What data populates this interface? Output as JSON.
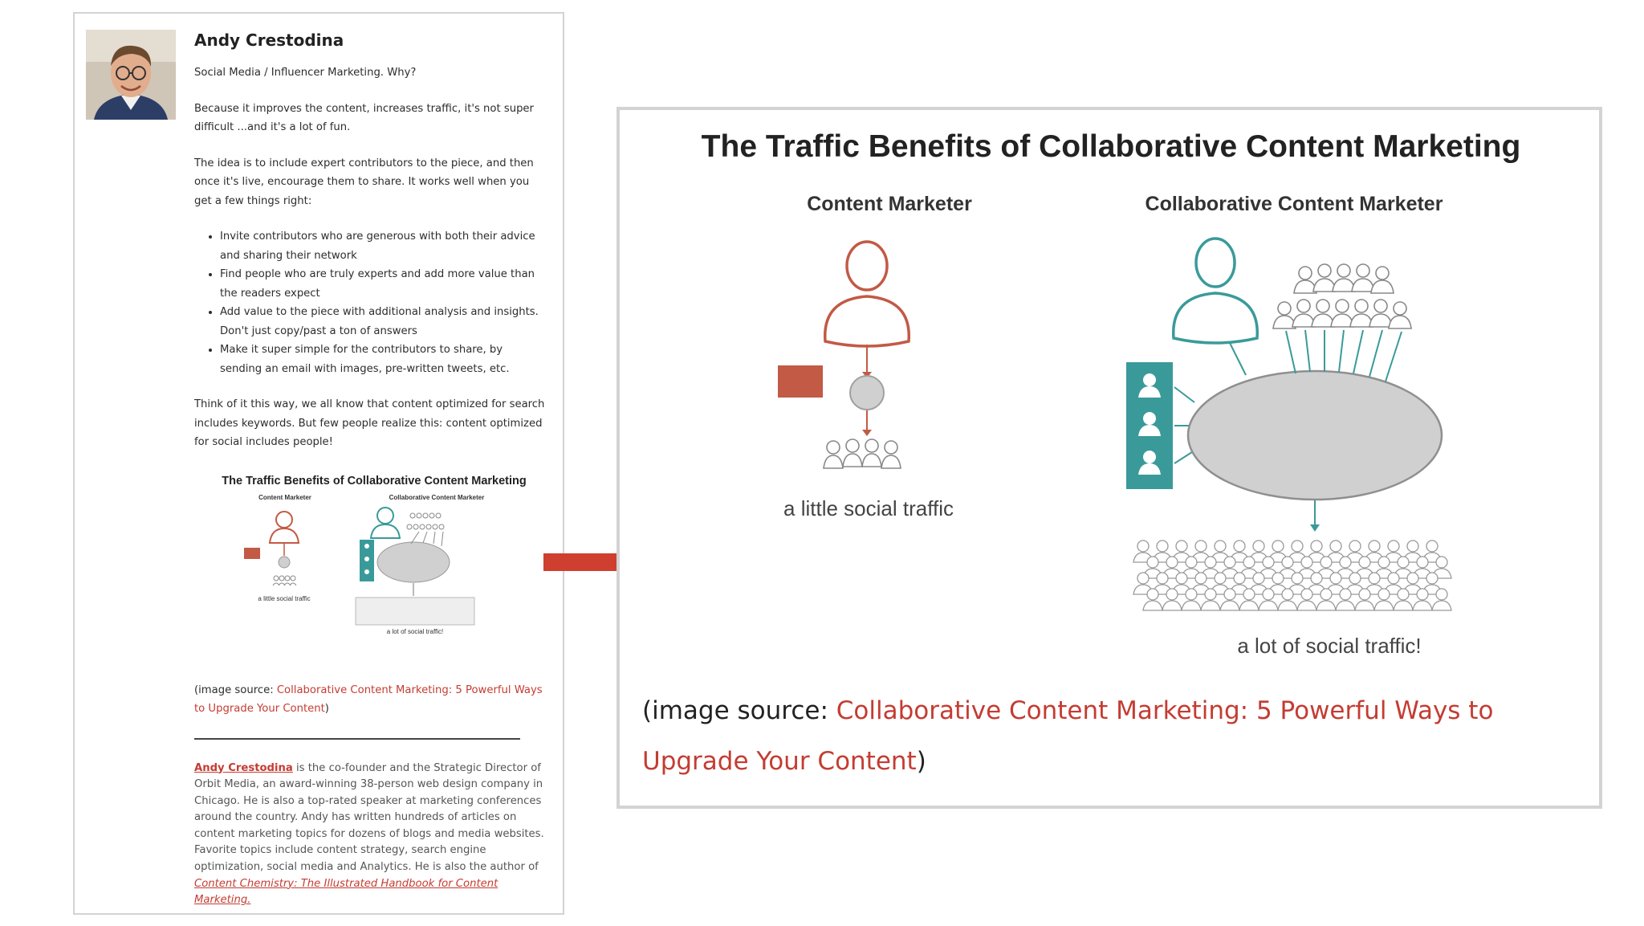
{
  "article": {
    "author_name": "Andy Crestodina",
    "topic": "Social Media / Influencer Marketing. Why?",
    "para1": "Because it improves the content, increases traffic, it's not super difficult ...and it's a lot of fun.",
    "para2": "The idea is to include expert contributors to the piece, and then once it's live, encourage them to share. It works well when you get a few things right:",
    "bullets": [
      "Invite contributors who are generous with both their advice and sharing their network",
      "Find people who are truly experts and add more value than the readers expect",
      "Add value to the piece with additional analysis and insights. Don't just copy/past a ton of answers",
      "Make it super simple for the contributors to share, by sending an email with images, pre-written tweets, etc."
    ],
    "para3": "Think of it this way, we all know that content optimized for search includes keywords. But few people realize this: content optimized for social includes people!",
    "caption_prefix": "(image source: ",
    "caption_link": "Collaborative Content Marketing: 5 Powerful Ways to Upgrade Your Content",
    "caption_suffix": ")",
    "bio_name": "Andy Crestodina",
    "bio_text": " is the co-founder and the Strategic Director of Orbit Media, an award-winning 38-person web design company in Chicago. He is also a top-rated speaker at marketing conferences around the country. Andy has written hundreds of articles on content marketing topics for dozens of blogs and media websites. Favorite topics include content strategy, search engine optimization, social media and Analytics. He is also the author of ",
    "bio_book": "Content Chemistry: The Illustrated Handbook for Content Marketing."
  },
  "figure": {
    "title": "The Traffic Benefits of Collaborative Content Marketing",
    "left_heading": "Content Marketer",
    "right_heading": "Collaborative Content Marketer",
    "left_label": "a little social traffic",
    "right_label": "a lot of social traffic!"
  },
  "colors": {
    "accent_red": "#c43c32",
    "teal": "#3a9a9a",
    "person_red": "#c25a45",
    "gray_ellipse": "#d0d0d0",
    "arrow": "#cf3f2f"
  }
}
